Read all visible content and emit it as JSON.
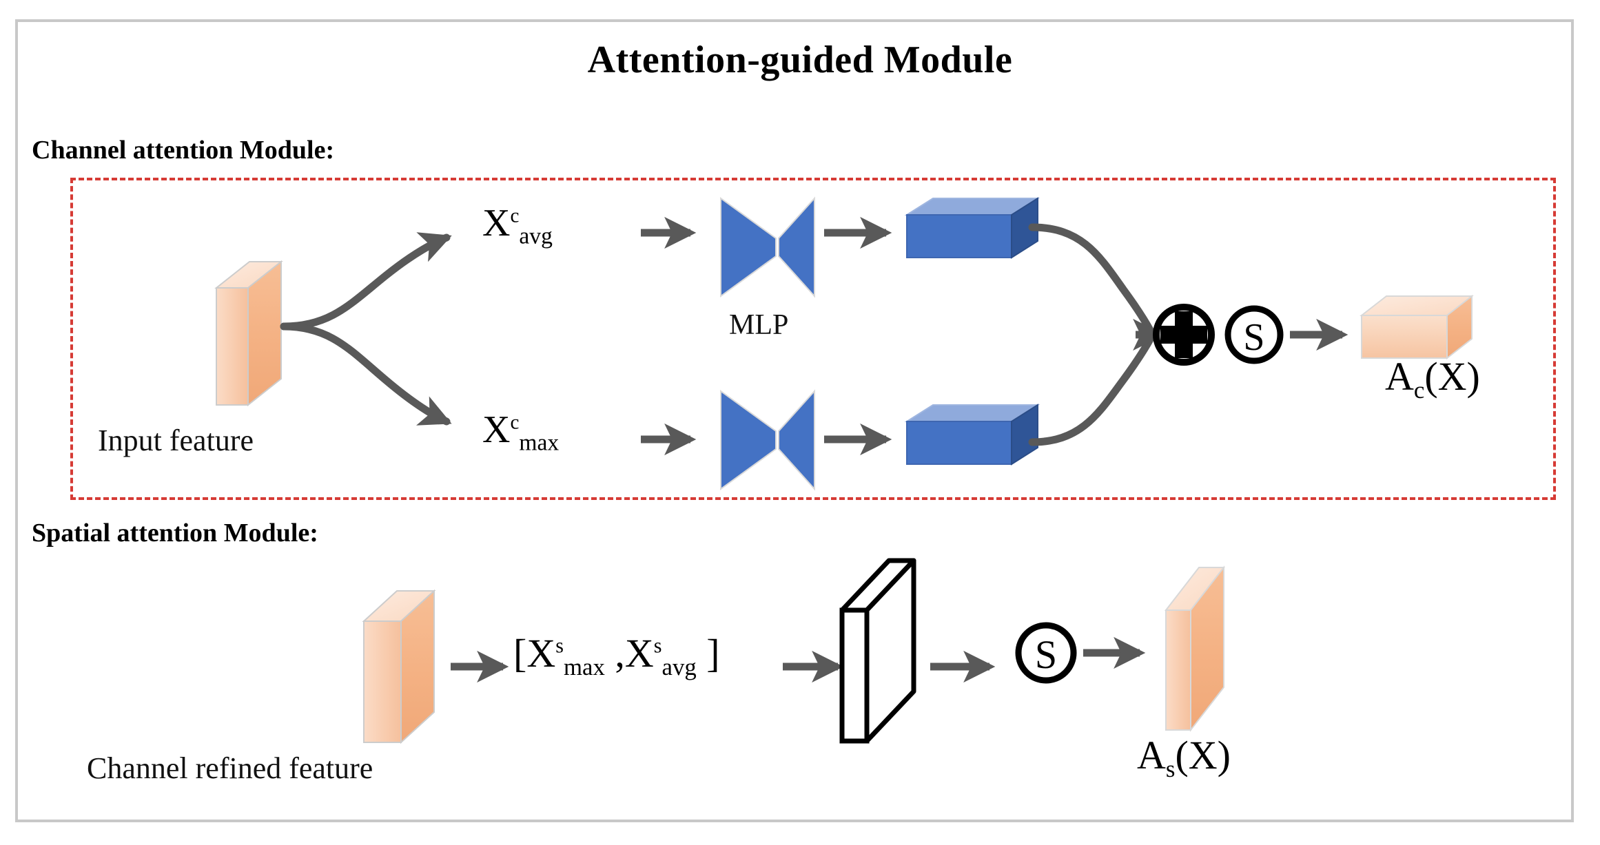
{
  "figure": {
    "title": "Attention-guided Module",
    "sections": {
      "channel": {
        "label": "Channel attention Module:"
      },
      "spatial": {
        "label": "Spatial attention Module:"
      }
    },
    "colors": {
      "orange_front": "#F8CBAD",
      "orange_side": "#F4B183",
      "orange_top": "#FCE3D3",
      "blue_face": "#4472C4",
      "blue_top": "#8FAADC",
      "blue_side": "#2F5597",
      "arrow_gray": "#595959",
      "dashed_red": "#D63B35",
      "frame_gray": "#C8C8C8",
      "ink_black": "#000000"
    }
  },
  "channel_module": {
    "input_block_label": "Input feature",
    "branches": [
      {
        "pool_label_base": "X",
        "pool_label_sup": "c",
        "pool_label_sub": "avg"
      },
      {
        "pool_label_base": "X",
        "pool_label_sup": "c",
        "pool_label_sub": "max"
      }
    ],
    "mlp_label": "MLP",
    "sum_icon": "circled-plus",
    "sigmoid_icon": "circled-s",
    "sigmoid_glyph": "S",
    "output_label_base": "A",
    "output_label_sub": "c",
    "output_label_tail": "(X)"
  },
  "spatial_module": {
    "input_block_label": "Channel refined feature",
    "concat_open": "[",
    "concat_first_base": "X",
    "concat_first_sup": "s",
    "concat_first_sub": "max",
    "concat_separator": " ,",
    "concat_second_base": "X",
    "concat_second_sup": "s",
    "concat_second_sub": "avg",
    "concat_close": " ]",
    "conv_block_icon": "white-slab",
    "sigmoid_icon": "circled-s",
    "sigmoid_glyph": "S",
    "output_label_base": "A",
    "output_label_sub": "s",
    "output_label_tail": "(X)"
  }
}
